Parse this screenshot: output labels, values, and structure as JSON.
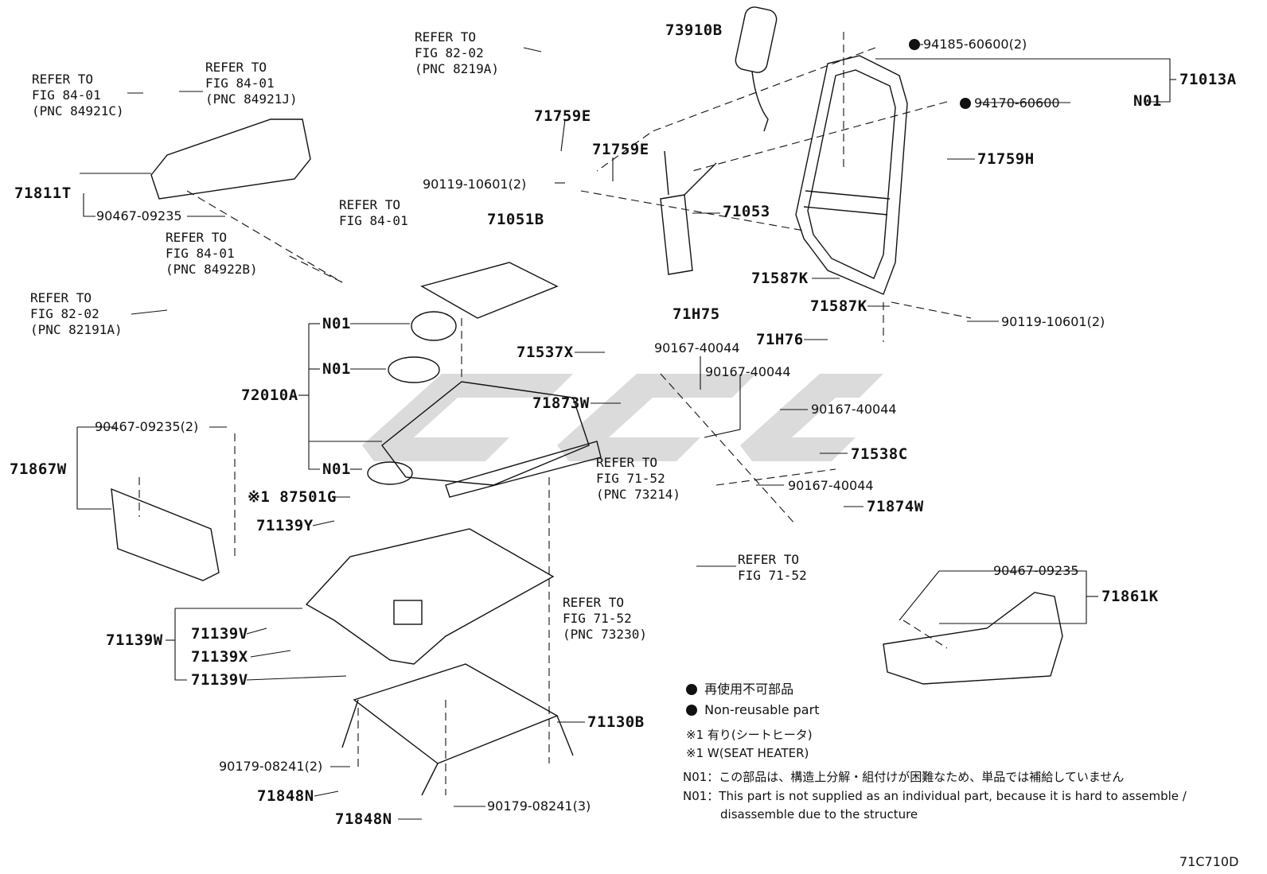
{
  "diagram": {
    "figure_code": "71C710D",
    "parts": {
      "p73910B": "73910B",
      "p94185": "94185-60600(2)",
      "p71013A": "71013A",
      "pN01_top": "N01",
      "p94170": "94170-60600",
      "p71759H": "71759H",
      "p71759E_1": "71759E",
      "p71759E_2": "71759E",
      "p90119_top": "90119-10601(2)",
      "p71053": "71053",
      "p71051B": "71051B",
      "p71811T": "71811T",
      "p90467_a": "90467-09235",
      "p71587K_1": "71587K",
      "p71587K_2": "71587K",
      "p71H75": "71H75",
      "p71H76": "71H76",
      "p90119_right": "90119-10601(2)",
      "pN01_a": "N01",
      "pN01_b": "N01",
      "pN01_c": "N01",
      "p72010A": "72010A",
      "p71537X": "71537X",
      "p90167_a": "90167-40044",
      "p90167_b": "90167-40044",
      "p71873W": "71873W",
      "p90167_c": "90167-40044",
      "p71538C": "71538C",
      "p90167_d": "90167-40044",
      "p71874W": "71874W",
      "p90467_b": "90467-09235(2)",
      "p71867W": "71867W",
      "p87501G": "※1 87501G",
      "p71139Y": "71139Y",
      "p71139W": "71139W",
      "p71139V_1": "71139V",
      "p71139X": "71139X",
      "p71139V_2": "71139V",
      "p71130B": "71130B",
      "p90179_a": "90179-08241(2)",
      "p71848N_1": "71848N",
      "p71848N_2": "71848N",
      "p90179_b": "90179-08241(3)",
      "p90467_c": "90467-09235",
      "p71861K": "71861K"
    },
    "refs": {
      "r1": "REFER TO\nFIG 84-01\n(PNC 84921C)",
      "r2": "REFER TO\nFIG 84-01\n(PNC 84921J)",
      "r3": "REFER TO\nFIG 82-02\n(PNC 8219A)",
      "r4": "REFER TO\nFIG 84-01",
      "r5": "REFER TO\nFIG 84-01\n(PNC 84922B)",
      "r6": "REFER TO\nFIG 82-02\n(PNC 82191A)",
      "r7": "REFER TO\nFIG 71-52\n(PNC 73214)",
      "r8": "REFER TO\nFIG 71-52",
      "r9": "REFER TO\nFIG 71-52\n(PNC 73230)"
    },
    "legend": {
      "nonreusable_ja": "再使用不可部品",
      "nonreusable_en": "Non-reusable part",
      "note1_ja": "※1 有り(シートヒータ)",
      "note1_en": "※1 W(SEAT HEATER)",
      "n01_ja": "N01：この部品は、構造上分解・組付けが困難なため、単品では補給していません",
      "n01_en_1": "N01：This part is not supplied as an individual part, because it is hard to assemble /",
      "n01_en_2": "disassemble due to the structure"
    }
  }
}
